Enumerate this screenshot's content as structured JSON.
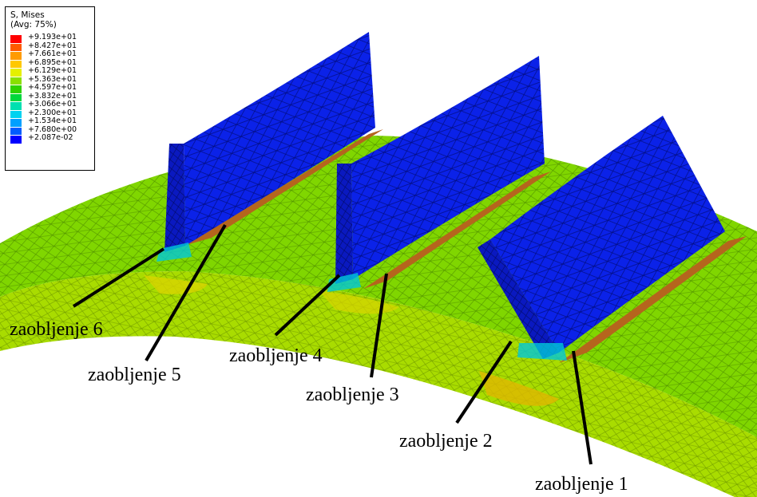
{
  "legend": {
    "title": "S, Mises",
    "subtitle": "(Avg: 75%)",
    "entries": [
      {
        "value": "+9.193e+01",
        "color": "#ff0000"
      },
      {
        "value": "+8.427e+01",
        "color": "#ff5a00"
      },
      {
        "value": "+7.661e+01",
        "color": "#ff9b00"
      },
      {
        "value": "+6.895e+01",
        "color": "#ffc800"
      },
      {
        "value": "+6.129e+01",
        "color": "#e6f000"
      },
      {
        "value": "+5.363e+01",
        "color": "#8ae000"
      },
      {
        "value": "+4.597e+01",
        "color": "#2fd200"
      },
      {
        "value": "+3.832e+01",
        "color": "#00d83c"
      },
      {
        "value": "+3.066e+01",
        "color": "#00e0b0"
      },
      {
        "value": "+2.300e+01",
        "color": "#00d2f0"
      },
      {
        "value": "+1.534e+01",
        "color": "#00a0ff"
      },
      {
        "value": "+7.680e+00",
        "color": "#005cff"
      },
      {
        "value": "+2.087e-02",
        "color": "#0000ff"
      }
    ]
  },
  "callouts": [
    {
      "id": "zaobljenje-6",
      "text": "zaobljenje 6"
    },
    {
      "id": "zaobljenje-5",
      "text": "zaobljenje 5"
    },
    {
      "id": "zaobljenje-4",
      "text": "zaobljenje 4"
    },
    {
      "id": "zaobljenje-3",
      "text": "zaobljenje 3"
    },
    {
      "id": "zaobljenje-2",
      "text": "zaobljenje 2"
    },
    {
      "id": "zaobljenje-1",
      "text": "zaobljenje 1"
    }
  ],
  "colors": {
    "disk_surface": "#7ed800",
    "disk_front": "#a6de00",
    "blade": "#0a1ee6",
    "fillet": "#c07010",
    "leader": "#000000"
  }
}
